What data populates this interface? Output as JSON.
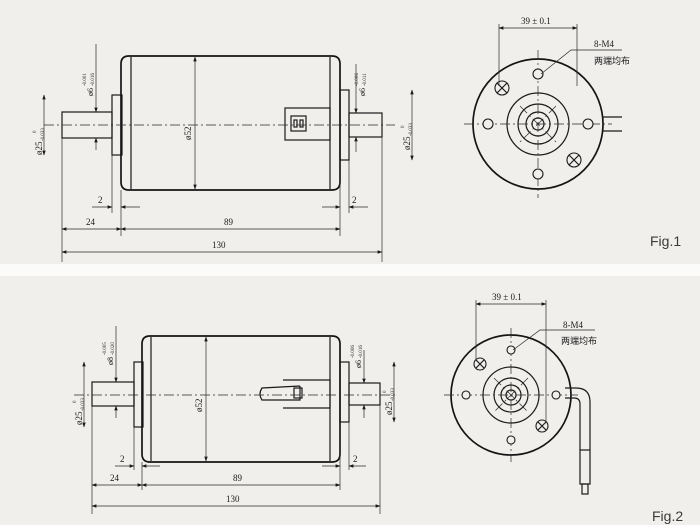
{
  "fig1": {
    "label": "Fig.1",
    "dim_length_total": "130",
    "dim_length_body": "89",
    "dim_shaft_left": "24",
    "dim_gap_left": "2",
    "dim_gap_right": "2",
    "dim_body_dia": "ø52",
    "dim_boss_left": "ø25",
    "dim_boss_left_tol_upper": "0",
    "dim_boss_left_tol_lower": "-0.033",
    "dim_shaft_dia_left": "ø6",
    "dim_shaft_dia_left_tol_upper": "-0.001",
    "dim_shaft_dia_left_tol_lower": "-0.016",
    "dim_shaft_dia_right": "ø6",
    "dim_shaft_dia_right_tol_upper": "-0.006",
    "dim_shaft_dia_right_tol_lower": "-0.011",
    "dim_boss_right": "ø25",
    "dim_boss_right_tol_upper": "0",
    "dim_boss_right_tol_lower": "-0.033",
    "dim_hole_spacing": "39 ± 0.1",
    "callout_thread": "8-M4",
    "callout_note": "两端均布"
  },
  "fig2": {
    "label": "Fig.2",
    "dim_length_total": "130",
    "dim_length_body": "89",
    "dim_shaft_left": "24",
    "dim_gap_left": "2",
    "dim_gap_right": "2",
    "dim_body_dia": "ø52",
    "dim_boss_left": "ø25",
    "dim_boss_left_tol_upper": "0",
    "dim_boss_left_tol_lower": "-0.033",
    "dim_shaft_dia_left": "ø8",
    "dim_shaft_dia_left_tol_upper": "-0.005",
    "dim_shaft_dia_left_tol_lower": "-0.020",
    "dim_shaft_dia_right": "ø6",
    "dim_shaft_dia_right_tol_upper": "-0.006",
    "dim_shaft_dia_right_tol_lower": "-0.016",
    "dim_boss_right": "ø25",
    "dim_boss_right_tol_upper": "0",
    "dim_boss_right_tol_lower": "-0.033",
    "dim_hole_spacing": "39 ± 0.1",
    "callout_thread": "8-M4",
    "callout_note": "两端均布"
  }
}
